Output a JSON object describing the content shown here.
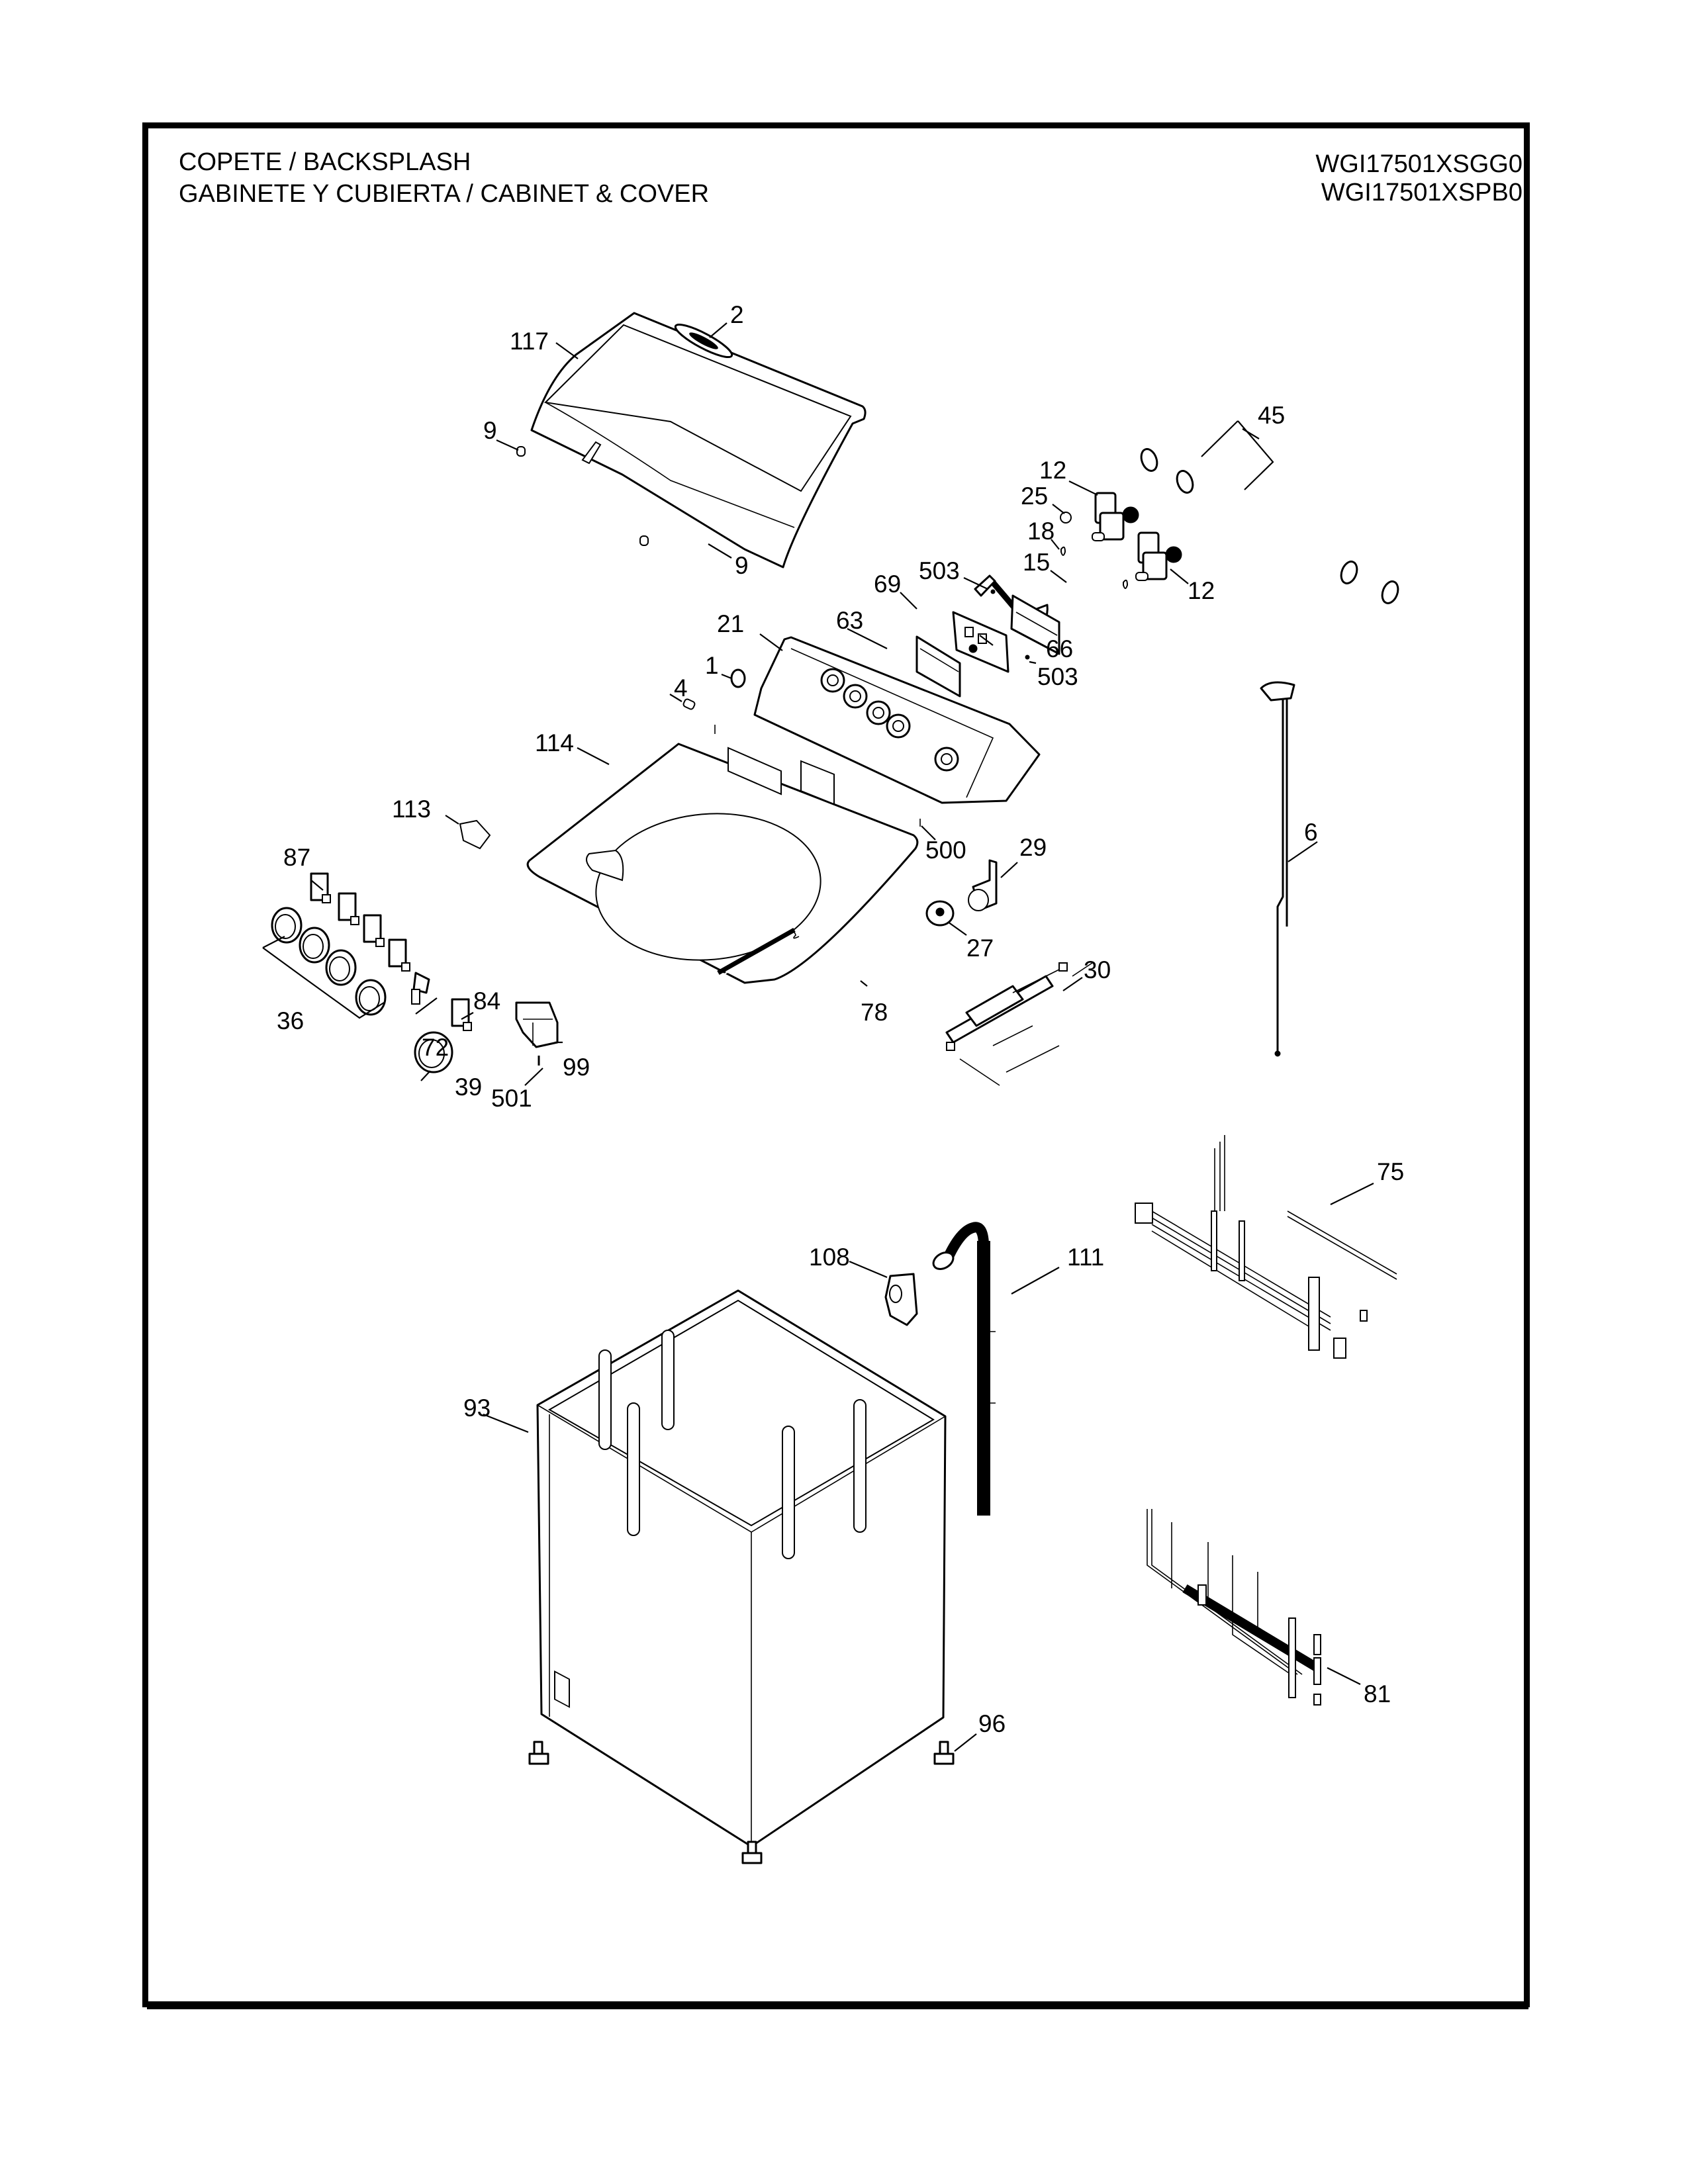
{
  "header": {
    "title_line1": "COPETE / BACKSPLASH",
    "title_line2": "GABINETE Y CUBIERTA / CABINET & COVER",
    "models": [
      "WGI17501XSGG0",
      "WGI17501XSPB0"
    ]
  },
  "callouts": [
    {
      "id": "lid-117",
      "label": "117",
      "part": "lid"
    },
    {
      "id": "badge-2",
      "label": "2",
      "part": "badge"
    },
    {
      "id": "bumper-9a",
      "label": "9",
      "part": "lid bumper"
    },
    {
      "id": "bumper-9b",
      "label": "9",
      "part": "lid bumper"
    },
    {
      "id": "hoses-45",
      "label": "45",
      "part": "inlet hoses"
    },
    {
      "id": "valve-12a",
      "label": "12",
      "part": "water valve"
    },
    {
      "id": "valve-12b",
      "label": "12",
      "part": "water valve"
    },
    {
      "id": "clamp-25",
      "label": "25",
      "part": "clamp"
    },
    {
      "id": "clamp-18",
      "label": "18",
      "part": "clamp"
    },
    {
      "id": "hose-15",
      "label": "15",
      "part": "fill hose"
    },
    {
      "id": "screw-503a",
      "label": "503",
      "part": "screw"
    },
    {
      "id": "screw-503b",
      "label": "503",
      "part": "screw"
    },
    {
      "id": "board-69",
      "label": "69",
      "part": "control board"
    },
    {
      "id": "bracket-66",
      "label": "66",
      "part": "bracket"
    },
    {
      "id": "cover-63",
      "label": "63",
      "part": "board cover"
    },
    {
      "id": "console-21",
      "label": "21",
      "part": "backsplash console"
    },
    {
      "id": "knob-1",
      "label": "1",
      "part": "knob"
    },
    {
      "id": "lens-4",
      "label": "4",
      "part": "light lens"
    },
    {
      "id": "top-114",
      "label": "114",
      "part": "cabinet top"
    },
    {
      "id": "strike-113",
      "label": "113",
      "part": "lid strike"
    },
    {
      "id": "screw-500",
      "label": "500",
      "part": "screw"
    },
    {
      "id": "bracket-29",
      "label": "29",
      "part": "bracket"
    },
    {
      "id": "tube-6",
      "label": "6",
      "part": "pressure tube"
    },
    {
      "id": "switch-87",
      "label": "87",
      "part": "switches"
    },
    {
      "id": "knobs-36",
      "label": "36",
      "part": "knobs"
    },
    {
      "id": "switch-72",
      "label": "72",
      "part": "switch"
    },
    {
      "id": "switch-84",
      "label": "84",
      "part": "switch"
    },
    {
      "id": "knob-39",
      "label": "39",
      "part": "knob"
    },
    {
      "id": "lock-99",
      "label": "99",
      "part": "lid lock"
    },
    {
      "id": "screw-501",
      "label": "501",
      "part": "screw"
    },
    {
      "id": "sensor-27",
      "label": "27",
      "part": "pressure sensor"
    },
    {
      "id": "harness-78",
      "label": "78",
      "part": "harness"
    },
    {
      "id": "harness-30",
      "label": "30",
      "part": "harness"
    },
    {
      "id": "harness-75",
      "label": "75",
      "part": "harness"
    },
    {
      "id": "bracket-108",
      "label": "108",
      "part": "hose bracket"
    },
    {
      "id": "drain-111",
      "label": "111",
      "part": "drain hose"
    },
    {
      "id": "cabinet-93",
      "label": "93",
      "part": "cabinet"
    },
    {
      "id": "harness-81",
      "label": "81",
      "part": "harness"
    },
    {
      "id": "leg-96",
      "label": "96",
      "part": "leveling leg"
    }
  ]
}
